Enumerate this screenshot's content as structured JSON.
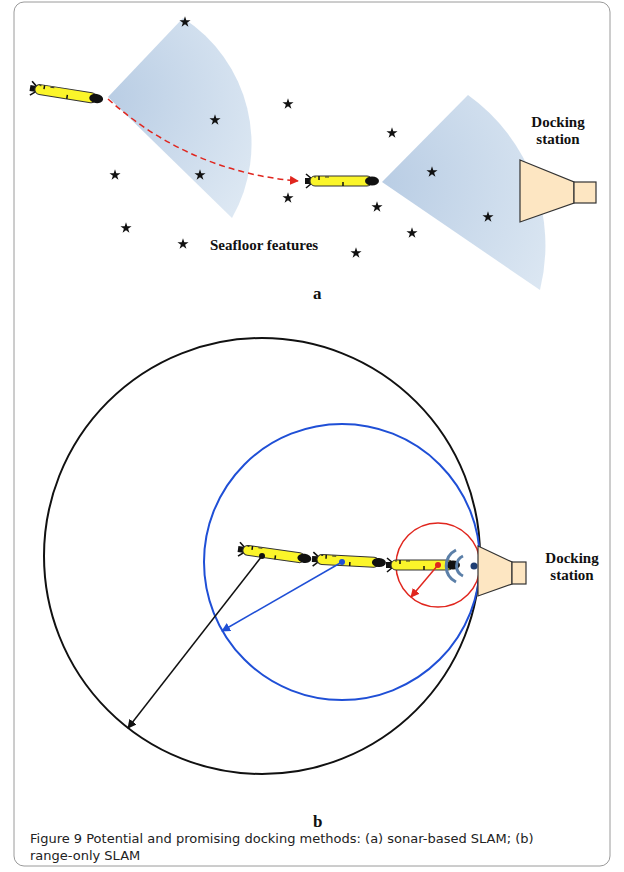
{
  "diagram": {
    "caption": "Figure 9 Potential and promising docking methods: (a) sonar-based SLAM; (b) range-only SLAM",
    "nodes": [
      {
        "text": [
          "Docking station"
        ]
      },
      {
        "text": [
          "Docking station"
        ]
      }
    ],
    "labels": [
      "Seafloor features",
      "a",
      "b"
    ]
  }
}
